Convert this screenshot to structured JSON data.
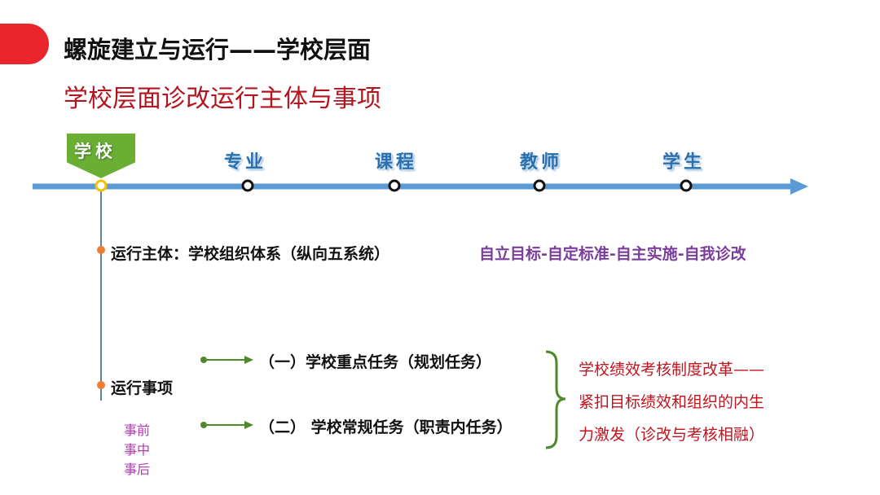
{
  "header": {
    "title": "螺旋建立与运行——学校层面",
    "subtitle": "学校层面诊改运行主体与事项"
  },
  "timeline": {
    "badge": "学校",
    "stages": [
      "专业",
      "课程",
      "教师",
      "学生"
    ]
  },
  "subject": {
    "label": "运行主体：学校组织体系（纵向五系统）",
    "motto": "自立目标-自定标准-自主实施-自我诊改"
  },
  "matters": {
    "label": "运行事项",
    "task1": "（一）学校重点任务（规划任务）",
    "task2": "（二） 学校常规任务（职责内任务）",
    "reform": [
      "学校绩效考核制度改革——",
      "紧扣目标绩效和组织的内生",
      "力激发（诊改与考核相融）"
    ],
    "phases": [
      "事前",
      "事中",
      "事后"
    ]
  },
  "colors": {
    "accent_red": "#e8262c",
    "subtitle_red": "#b3151f",
    "timeline_blue": "#5b9bd5",
    "badge_green": "#6aaf34",
    "motto_purple": "#7a3d9b",
    "phase_magenta": "#b23ab5",
    "arrow_green": "#4e8a2a"
  }
}
